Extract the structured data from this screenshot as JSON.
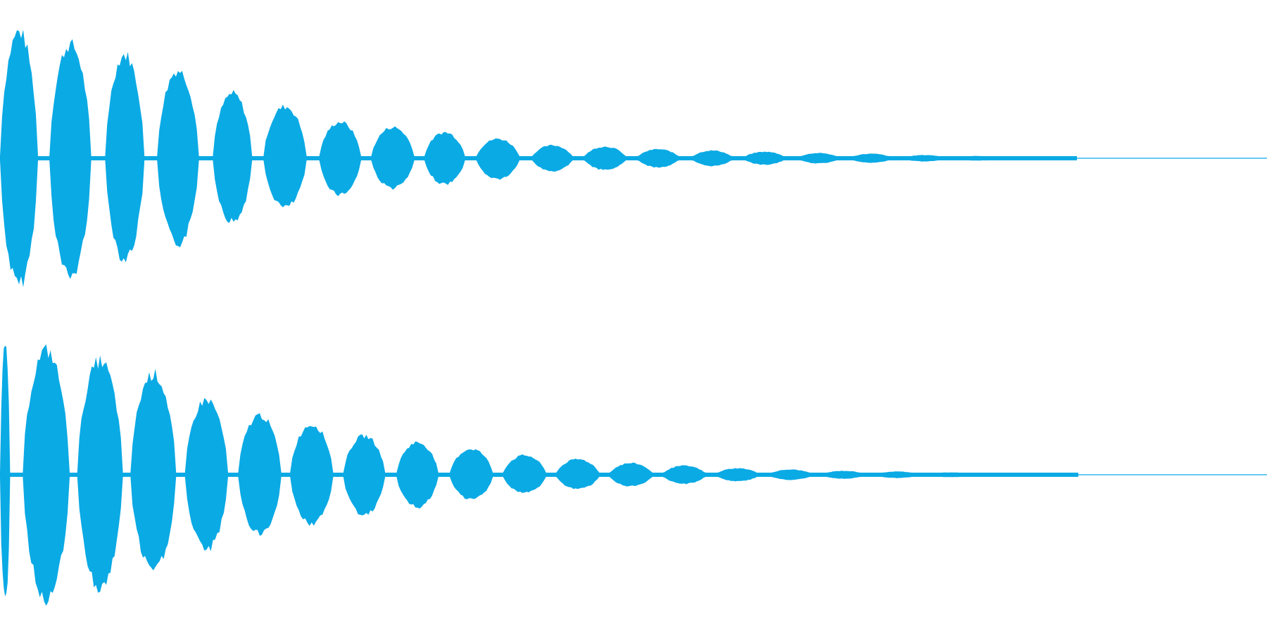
{
  "waveform": {
    "color": "#0aaae5",
    "background": "#ffffff",
    "channels": [
      {
        "name": "",
        "envelope": [
          {
            "burst": 1,
            "start": 0.0,
            "end": 0.03,
            "top": 0.98,
            "bottom": 0.98
          },
          {
            "burst": 2,
            "start": 0.039,
            "end": 0.072,
            "top": 0.88,
            "bottom": 0.92
          },
          {
            "burst": 3,
            "start": 0.083,
            "end": 0.114,
            "top": 0.8,
            "bottom": 0.78
          },
          {
            "burst": 4,
            "start": 0.124,
            "end": 0.157,
            "top": 0.68,
            "bottom": 0.66
          },
          {
            "burst": 5,
            "start": 0.168,
            "end": 0.199,
            "top": 0.5,
            "bottom": 0.49
          },
          {
            "burst": 6,
            "start": 0.208,
            "end": 0.242,
            "top": 0.4,
            "bottom": 0.38
          },
          {
            "burst": 7,
            "start": 0.252,
            "end": 0.285,
            "top": 0.28,
            "bottom": 0.28
          },
          {
            "burst": 8,
            "start": 0.293,
            "end": 0.327,
            "top": 0.24,
            "bottom": 0.23
          },
          {
            "burst": 9,
            "start": 0.335,
            "end": 0.367,
            "top": 0.2,
            "bottom": 0.2
          },
          {
            "burst": 10,
            "start": 0.376,
            "end": 0.41,
            "top": 0.15,
            "bottom": 0.16
          },
          {
            "burst": 11,
            "start": 0.42,
            "end": 0.452,
            "top": 0.1,
            "bottom": 0.1
          },
          {
            "burst": 12,
            "start": 0.461,
            "end": 0.494,
            "top": 0.09,
            "bottom": 0.09
          },
          {
            "burst": 13,
            "start": 0.503,
            "end": 0.536,
            "top": 0.07,
            "bottom": 0.07
          },
          {
            "burst": 14,
            "start": 0.546,
            "end": 0.578,
            "top": 0.06,
            "bottom": 0.06
          },
          {
            "burst": 15,
            "start": 0.587,
            "end": 0.62,
            "top": 0.05,
            "bottom": 0.05
          },
          {
            "burst": 16,
            "start": 0.63,
            "end": 0.662,
            "top": 0.04,
            "bottom": 0.04
          },
          {
            "burst": 17,
            "start": 0.671,
            "end": 0.704,
            "top": 0.035,
            "bottom": 0.035
          },
          {
            "burst": 18,
            "start": 0.713,
            "end": 0.746,
            "top": 0.025,
            "bottom": 0.025
          },
          {
            "burst": 19,
            "start": 0.755,
            "end": 0.788,
            "top": 0.018,
            "bottom": 0.018
          },
          {
            "burst": 20,
            "start": 0.797,
            "end": 0.83,
            "top": 0.012,
            "bottom": 0.012
          },
          {
            "burst": 21,
            "start": 0.84,
            "end": 0.85,
            "top": 0.006,
            "bottom": 0.006
          }
        ]
      },
      {
        "name": "",
        "envelope": [
          {
            "burst": 1,
            "start": 0.0,
            "end": 0.008,
            "top": 0.98,
            "bottom": 0.98
          },
          {
            "burst": 2,
            "start": 0.018,
            "end": 0.055,
            "top": 0.96,
            "bottom": 0.96
          },
          {
            "burst": 3,
            "start": 0.061,
            "end": 0.097,
            "top": 0.88,
            "bottom": 0.88
          },
          {
            "burst": 4,
            "start": 0.103,
            "end": 0.139,
            "top": 0.78,
            "bottom": 0.74
          },
          {
            "burst": 5,
            "start": 0.146,
            "end": 0.18,
            "top": 0.58,
            "bottom": 0.58
          },
          {
            "burst": 6,
            "start": 0.188,
            "end": 0.222,
            "top": 0.46,
            "bottom": 0.46
          },
          {
            "burst": 7,
            "start": 0.229,
            "end": 0.263,
            "top": 0.39,
            "bottom": 0.38
          },
          {
            "burst": 8,
            "start": 0.271,
            "end": 0.304,
            "top": 0.3,
            "bottom": 0.31
          },
          {
            "burst": 9,
            "start": 0.313,
            "end": 0.346,
            "top": 0.25,
            "bottom": 0.25
          },
          {
            "burst": 10,
            "start": 0.355,
            "end": 0.389,
            "top": 0.2,
            "bottom": 0.19
          },
          {
            "burst": 11,
            "start": 0.397,
            "end": 0.431,
            "top": 0.15,
            "bottom": 0.14
          },
          {
            "burst": 12,
            "start": 0.439,
            "end": 0.473,
            "top": 0.12,
            "bottom": 0.11
          },
          {
            "burst": 13,
            "start": 0.481,
            "end": 0.515,
            "top": 0.09,
            "bottom": 0.09
          },
          {
            "burst": 14,
            "start": 0.523,
            "end": 0.557,
            "top": 0.07,
            "bottom": 0.07
          },
          {
            "burst": 15,
            "start": 0.565,
            "end": 0.599,
            "top": 0.05,
            "bottom": 0.05
          },
          {
            "burst": 16,
            "start": 0.607,
            "end": 0.641,
            "top": 0.04,
            "bottom": 0.04
          },
          {
            "burst": 17,
            "start": 0.649,
            "end": 0.683,
            "top": 0.03,
            "bottom": 0.03
          },
          {
            "burst": 18,
            "start": 0.691,
            "end": 0.725,
            "top": 0.025,
            "bottom": 0.025
          },
          {
            "burst": 19,
            "start": 0.733,
            "end": 0.767,
            "top": 0.018,
            "bottom": 0.018
          },
          {
            "burst": 20,
            "start": 0.775,
            "end": 0.809,
            "top": 0.01,
            "bottom": 0.01
          },
          {
            "burst": 21,
            "start": 0.817,
            "end": 0.851,
            "top": 0.006,
            "bottom": 0.006
          }
        ]
      }
    ]
  }
}
